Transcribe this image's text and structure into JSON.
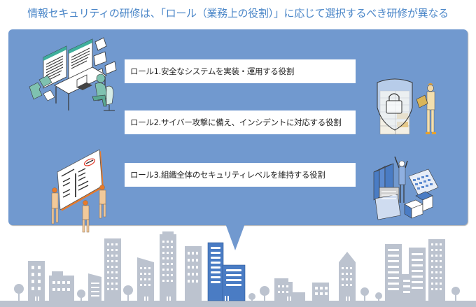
{
  "title": "情報セキュリティの研修は、「ロール（業務上の役割）」に応じて選択するべき研修が異なる",
  "roles": [
    {
      "label": "ロール1.安全なシステムを実装・運用する役割"
    },
    {
      "label": "ロール2.サイバー攻撃に備え、インシデントに対応する役割"
    },
    {
      "label": "ロール3.組織全体のセキュリティレベルを維持する役割"
    }
  ],
  "illustrations": [
    {
      "name": "developer-at-desk-icon",
      "description": "engineer working at computer with code windows and puzzle pieces"
    },
    {
      "name": "team-presenting-board-icon",
      "description": "people pointing at a large document board"
    },
    {
      "name": "server-shield-lock-icon",
      "description": "server racks protected by shield with padlock, engineer with laptop"
    },
    {
      "name": "documents-calculator-icon",
      "description": "person with binders, calculator and stacks of paper"
    }
  ],
  "colors": {
    "title": "#4a86c8",
    "panel": "#7199cf",
    "role_box": "#ffffff",
    "city_gray": "#bcc3cf",
    "highlight_building": "#4a7cc4"
  }
}
